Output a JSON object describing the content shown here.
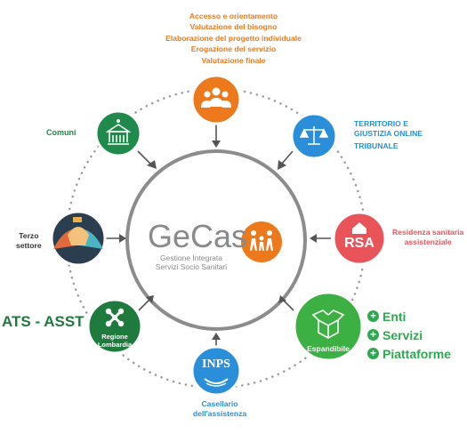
{
  "center": {
    "logo_text": "GeCas",
    "subtitle_line1": "Gestione Integrata",
    "subtitle_line2": "Servizi Socio Sanitari"
  },
  "top_list": [
    "Accesso e orientamento",
    "Valutazione del bisogno",
    "Elaborazione del progetto individuale",
    "Erogazione del servizio",
    "Valutazione finale"
  ],
  "comuni": {
    "label": "Comuni"
  },
  "tribunale": {
    "line1": "TERRITORIO E",
    "line2": "GIUSTIZIA ONLINE",
    "line3": "TRIBUNALE"
  },
  "rsa": {
    "badge": "RSA",
    "line1": "Residenza sanitaria",
    "line2": "assistenziale"
  },
  "terzo": {
    "line1": "Terzo",
    "line2": "settore"
  },
  "regione": {
    "line1": "Regione",
    "line2": "Lombardia"
  },
  "ats": {
    "label": "ATS - ASST"
  },
  "inps": {
    "badge": "INPS",
    "line1": "Casellario",
    "line2": "dell'assistenza"
  },
  "espandibile": {
    "label": "Espandibile",
    "items": [
      "Enti",
      "Servizi",
      "Piattaforme"
    ]
  },
  "colors": {
    "orange": "#ec7a1c",
    "green": "#1f8a4c",
    "blue": "#2a8fd8",
    "red": "#e8545a",
    "navy": "#2b3e50",
    "light_green": "#3cb043"
  }
}
